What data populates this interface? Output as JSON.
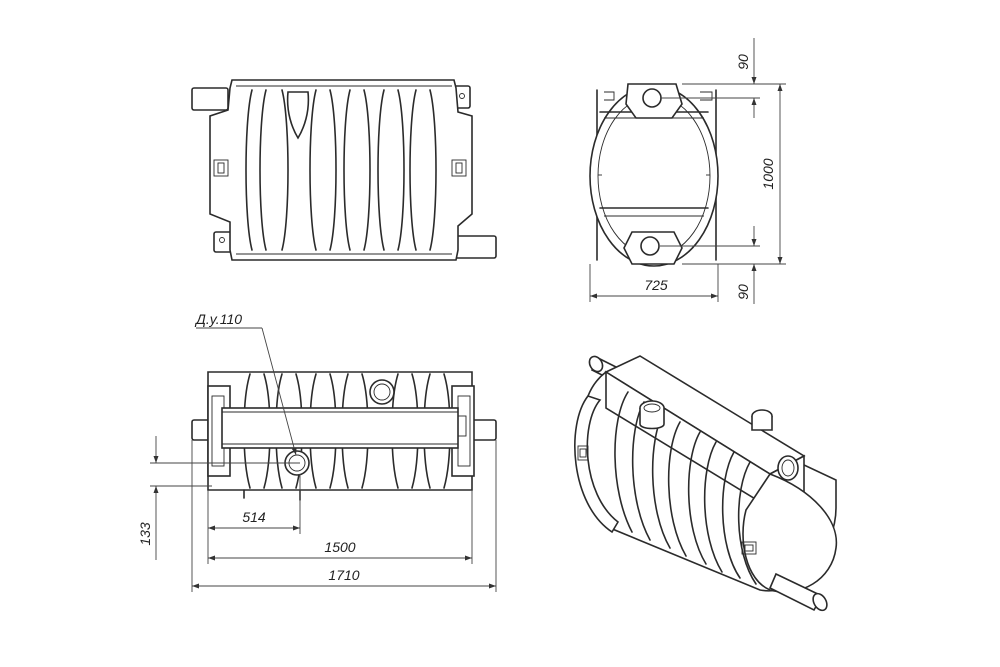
{
  "labels": {
    "pipe_dn": "Д.у.110"
  },
  "dimensions": {
    "top_offset": "90",
    "height": "1000",
    "bottom_offset": "90",
    "width": "725",
    "length_total": "1710",
    "length_body": "1500",
    "inlet_pos": "514",
    "inlet_drop": "133"
  },
  "colors": {
    "line": "#2b2b2b",
    "background": "#ffffff"
  }
}
